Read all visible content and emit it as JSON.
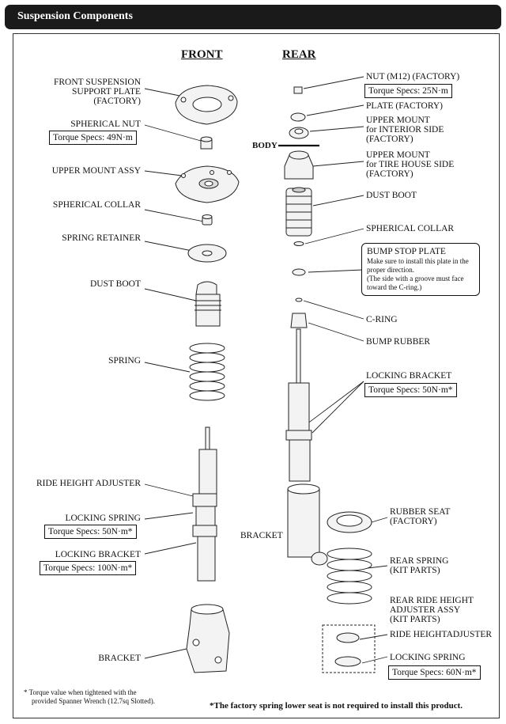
{
  "header": {
    "title": "Suspension Components"
  },
  "columns": {
    "front": "FRONT",
    "rear": "REAR"
  },
  "front": {
    "support_plate": [
      "FRONT SUSPENSION",
      "SUPPORT PLATE",
      "(FACTORY)"
    ],
    "spherical_nut": "SPHERICAL NUT",
    "spherical_nut_torque": "Torque Specs: 49N·m",
    "upper_mount": "UPPER MOUNT ASSY",
    "spherical_collar": "SPHERICAL COLLAR",
    "spring_retainer": "SPRING RETAINER",
    "dust_boot": "DUST BOOT",
    "spring": "SPRING",
    "ride_height": "RIDE HEIGHT ADJUSTER",
    "locking_spring": "LOCKING SPRING",
    "locking_spring_torque": "Torque Specs: 50N·m*",
    "locking_bracket": "LOCKING BRACKET",
    "locking_bracket_torque": "Torque Specs: 100N·m*",
    "bracket": "BRACKET"
  },
  "rear": {
    "nut": "NUT (M12) (FACTORY)",
    "nut_torque": "Torque Specs: 25N·m",
    "plate": "PLATE (FACTORY)",
    "upper_mount_interior": [
      "UPPER MOUNT",
      "for INTERIOR SIDE",
      "(FACTORY)"
    ],
    "body": "BODY",
    "upper_mount_tire": [
      "UPPER MOUNT",
      "for TIRE HOUSE SIDE",
      "(FACTORY)"
    ],
    "dust_boot": "DUST BOOT",
    "spherical_collar": "SPHERICAL COLLAR",
    "bump_stop_title": "BUMP STOP PLATE",
    "bump_stop_note": [
      "Make sure to install this plate in the",
      "proper direction.",
      "(The side with a groove must face",
      "toward the C-ring.)"
    ],
    "c_ring": "C-RING",
    "bump_rubber": "BUMP RUBBER",
    "locking_bracket": "LOCKING BRACKET",
    "locking_bracket_torque": "Torque Specs: 50N·m*",
    "bracket": "BRACKET",
    "rubber_seat": [
      "RUBBER SEAT",
      "(FACTORY)"
    ],
    "rear_spring": [
      "REAR SPRING",
      "(KIT PARTS)"
    ],
    "ride_height_assy": [
      "REAR RIDE HEIGHT",
      "ADJUSTER ASSY",
      "(KIT PARTS)"
    ],
    "ride_height_adjuster": "RIDE HEIGHTADJUSTER",
    "locking_spring": "LOCKING SPRING",
    "locking_spring_torque": "Torque Specs: 60N·m*"
  },
  "footnotes": {
    "torque_note": [
      "* Torque value when tightened with the",
      "provided Spanner Wrench (12.7sq Slotted)."
    ],
    "factory_note": "*The factory spring lower seat is not required to install this product."
  }
}
